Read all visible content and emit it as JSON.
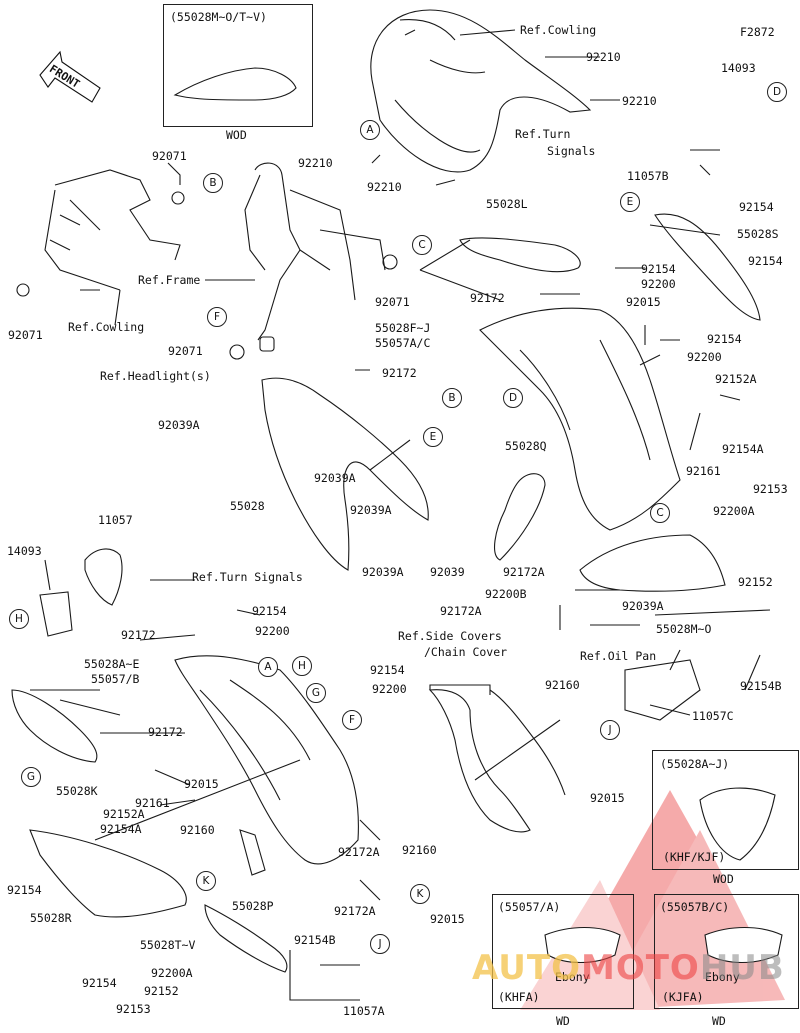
{
  "diagram": {
    "code": "F2872",
    "front_label": "FRONT",
    "watermark": {
      "a": "AUTO",
      "b": "MOTO",
      "c": "HUB"
    },
    "boxes": {
      "top_left": {
        "title": "(55028M~O/T~V)",
        "caption": "WOD"
      },
      "right_a": {
        "title": "(55028A~J)",
        "note": "(KHF/KJF)",
        "caption": "WOD"
      },
      "bottom_mid": {
        "title": "(55057/A)",
        "color": "Ebony",
        "note": "(KHFA)",
        "caption": "WD"
      },
      "bottom_right": {
        "title": "(55057B/C)",
        "color": "Ebony",
        "note": "(KJFA)",
        "caption": "WD"
      }
    },
    "labels": [
      {
        "id": "ref-cowling-top",
        "text": "Ref.Cowling"
      },
      {
        "id": "p92210-1",
        "text": "92210"
      },
      {
        "id": "p92210-2",
        "text": "92210"
      },
      {
        "id": "p92210-3",
        "text": "92210"
      },
      {
        "id": "p92210-4",
        "text": "92210"
      },
      {
        "id": "p14093-top",
        "text": "14093"
      },
      {
        "id": "ref-turn-top",
        "text": "Ref.Turn"
      },
      {
        "id": "signals-top",
        "text": "Signals"
      },
      {
        "id": "p11057b",
        "text": "11057B"
      },
      {
        "id": "p92071-1",
        "text": "92071"
      },
      {
        "id": "p92071-2",
        "text": "92071"
      },
      {
        "id": "p92071-3",
        "text": "92071"
      },
      {
        "id": "p92071-4",
        "text": "92071"
      },
      {
        "id": "ref-frame",
        "text": "Ref.Frame"
      },
      {
        "id": "ref-cowling-left",
        "text": "Ref.Cowling"
      },
      {
        "id": "p55028l",
        "text": "55028L"
      },
      {
        "id": "p92154-a",
        "text": "92154"
      },
      {
        "id": "p55028s",
        "text": "55028S"
      },
      {
        "id": "p92154-b",
        "text": "92154"
      },
      {
        "id": "p92154-c",
        "text": "92154"
      },
      {
        "id": "p92200-a",
        "text": "92200"
      },
      {
        "id": "p92172-a",
        "text": "92172"
      },
      {
        "id": "p92015-a",
        "text": "92015"
      },
      {
        "id": "p55028fj",
        "text": "55028F~J"
      },
      {
        "id": "p55057ac",
        "text": "55057A/C"
      },
      {
        "id": "p92154-d",
        "text": "92154"
      },
      {
        "id": "p92200-b",
        "text": "92200"
      },
      {
        "id": "p92172-b",
        "text": "92172"
      },
      {
        "id": "ref-headlight",
        "text": "Ref.Headlight(s)"
      },
      {
        "id": "p92152a-a",
        "text": "92152A"
      },
      {
        "id": "p92154a-a",
        "text": "92154A"
      },
      {
        "id": "p92161-a",
        "text": "92161"
      },
      {
        "id": "p92039a-a",
        "text": "92039A"
      },
      {
        "id": "p92039a-b",
        "text": "92039A"
      },
      {
        "id": "p55028",
        "text": "55028"
      },
      {
        "id": "p92039a-c",
        "text": "92039A"
      },
      {
        "id": "p55028q",
        "text": "55028Q"
      },
      {
        "id": "p92153-a",
        "text": "92153"
      },
      {
        "id": "p92200a-a",
        "text": "92200A"
      },
      {
        "id": "p11057",
        "text": "11057"
      },
      {
        "id": "p14093-mid",
        "text": "14093"
      },
      {
        "id": "ref-turn-mid",
        "text": "Ref.Turn Signals"
      },
      {
        "id": "p92039a-d",
        "text": "92039A"
      },
      {
        "id": "p92039",
        "text": "92039"
      },
      {
        "id": "p92172a-a",
        "text": "92172A"
      },
      {
        "id": "p92152-a",
        "text": "92152"
      },
      {
        "id": "p92200b",
        "text": "92200B"
      },
      {
        "id": "p92172a-b",
        "text": "92172A"
      },
      {
        "id": "p92039a-e",
        "text": "92039A"
      },
      {
        "id": "p55028mo",
        "text": "55028M~O"
      },
      {
        "id": "p92154-e",
        "text": "92154"
      },
      {
        "id": "p92200-c",
        "text": "92200"
      },
      {
        "id": "p92172-c",
        "text": "92172"
      },
      {
        "id": "p55028ae",
        "text": "55028A~E"
      },
      {
        "id": "p55057b",
        "text": "55057/B"
      },
      {
        "id": "p92154-f",
        "text": "92154"
      },
      {
        "id": "p92200-d",
        "text": "92200"
      },
      {
        "id": "ref-side-covers",
        "text": "Ref.Side Covers"
      },
      {
        "id": "chain-cover",
        "text": "/Chain Cover"
      },
      {
        "id": "ref-oil-pan",
        "text": "Ref.Oil Pan"
      },
      {
        "id": "p92154b-a",
        "text": "92154B"
      },
      {
        "id": "p11057c",
        "text": "11057C"
      },
      {
        "id": "p92160-a",
        "text": "92160"
      },
      {
        "id": "p92172-d",
        "text": "92172"
      },
      {
        "id": "p55028k",
        "text": "55028K"
      },
      {
        "id": "p92015-b",
        "text": "92015"
      },
      {
        "id": "p92161-b",
        "text": "92161"
      },
      {
        "id": "p92152a-b",
        "text": "92152A"
      },
      {
        "id": "p92154a-b",
        "text": "92154A"
      },
      {
        "id": "p92160-b",
        "text": "92160"
      },
      {
        "id": "p92015-c",
        "text": "92015"
      },
      {
        "id": "p92172a-c",
        "text": "92172A"
      },
      {
        "id": "p92160-c",
        "text": "92160"
      },
      {
        "id": "p92154-g",
        "text": "92154"
      },
      {
        "id": "p55028r",
        "text": "55028R"
      },
      {
        "id": "p55028p",
        "text": "55028P"
      },
      {
        "id": "p92172a-d",
        "text": "92172A"
      },
      {
        "id": "p92015-d",
        "text": "92015"
      },
      {
        "id": "p55028tv",
        "text": "55028T~V"
      },
      {
        "id": "p92154-h",
        "text": "92154"
      },
      {
        "id": "p92154b-b",
        "text": "92154B"
      },
      {
        "id": "p92200a-b",
        "text": "92200A"
      },
      {
        "id": "p92152-b",
        "text": "92152"
      },
      {
        "id": "p92153-b",
        "text": "92153"
      },
      {
        "id": "p11057a",
        "text": "11057A"
      }
    ],
    "callouts": [
      {
        "id": "c-a1",
        "letter": "A"
      },
      {
        "id": "c-b1",
        "letter": "B"
      },
      {
        "id": "c-c1",
        "letter": "C"
      },
      {
        "id": "c-d1",
        "letter": "D"
      },
      {
        "id": "c-e1",
        "letter": "E"
      },
      {
        "id": "c-f1",
        "letter": "F"
      },
      {
        "id": "c-b2",
        "letter": "B"
      },
      {
        "id": "c-d2",
        "letter": "D"
      },
      {
        "id": "c-e2",
        "letter": "E"
      },
      {
        "id": "c-c2",
        "letter": "C"
      },
      {
        "id": "c-h1",
        "letter": "H"
      },
      {
        "id": "c-a2",
        "letter": "A"
      },
      {
        "id": "c-h2",
        "letter": "H"
      },
      {
        "id": "c-g1",
        "letter": "G"
      },
      {
        "id": "c-f2",
        "letter": "F"
      },
      {
        "id": "c-j1",
        "letter": "J"
      },
      {
        "id": "c-g2",
        "letter": "G"
      },
      {
        "id": "c-k1",
        "letter": "K"
      },
      {
        "id": "c-k2",
        "letter": "K"
      },
      {
        "id": "c-j2",
        "letter": "J"
      }
    ]
  }
}
